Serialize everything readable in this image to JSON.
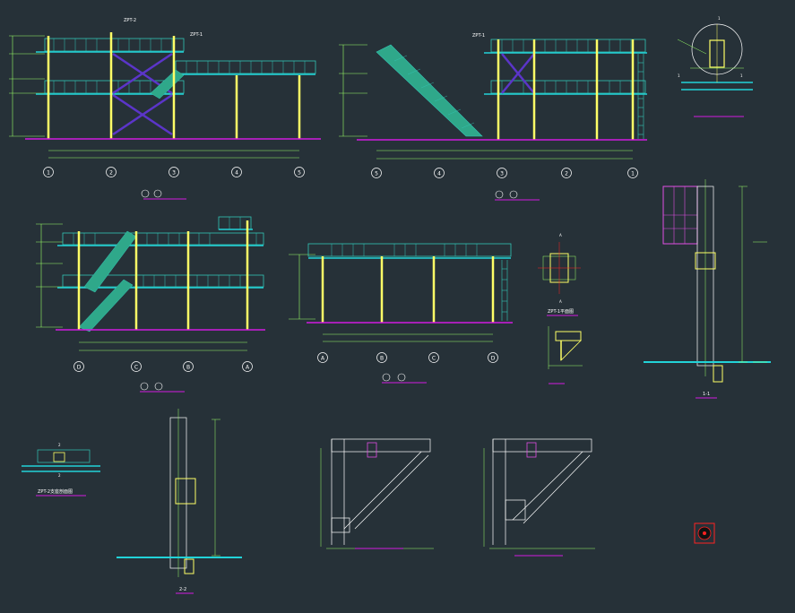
{
  "colors": {
    "background": "#263138",
    "column": "#ffff66",
    "beam_cyan": "#22d3d8",
    "railing": "#33c6b6",
    "ground": "#d11be0",
    "dimension": "#9aff66",
    "text": "#ffffff",
    "bracing": "#5b35c9",
    "stair": "#2fa88a",
    "marker_circle": "#ffffff",
    "magenta_panel": "#e04fe3",
    "red_icon": "#ff2222"
  },
  "labels": {
    "e1_tag_top": "ZPT-2",
    "e1_tag_right": "ZPT-1",
    "e2_tag_top": "ZPT-1",
    "e1_axes": [
      "1",
      "2",
      "3",
      "4",
      "5"
    ],
    "e2_axes": [
      "5",
      "4",
      "3",
      "2",
      "1"
    ],
    "e3_axes": [
      "D",
      "C",
      "B",
      "A"
    ],
    "e4_axes": [
      "A",
      "B",
      "C",
      "D"
    ],
    "d11_marker": "1",
    "d11_left": "1",
    "d11_bottom": "1",
    "zpt1_A_top": "A",
    "zpt1_A_bottom": "A",
    "zpt1_title": "ZPT-1平面图",
    "s11_title": "1-1",
    "zpt2_number": "2",
    "zpt2_number_b": "2",
    "zpt2_title": "ZPT-2支座剖面图",
    "s22_title": "2-2"
  }
}
